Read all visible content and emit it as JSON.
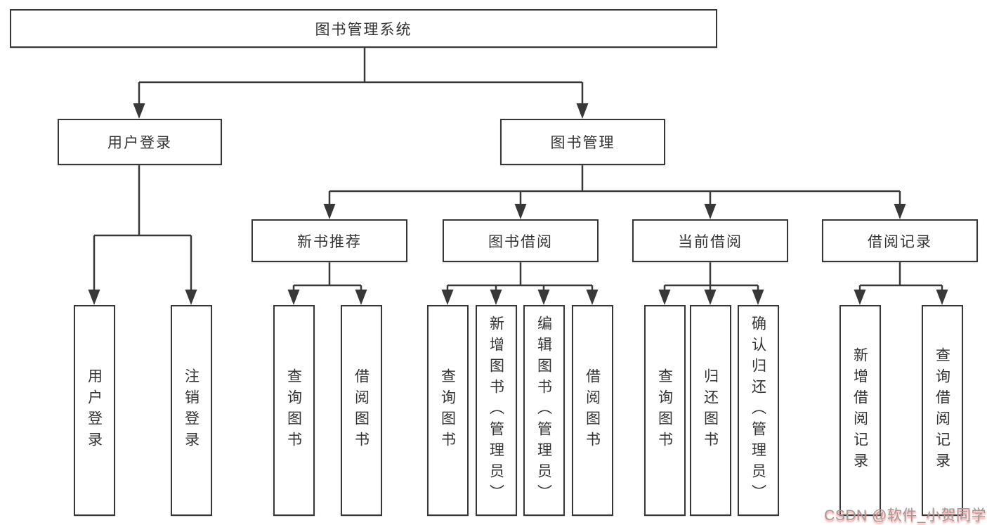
{
  "tree": {
    "root": {
      "label": "图书管理系统",
      "children": [
        {
          "label": "用户登录",
          "children": [
            {
              "label": "用户登录"
            },
            {
              "label": "注销登录"
            }
          ]
        },
        {
          "label": "图书管理",
          "children": [
            {
              "label": "新书推荐",
              "children": [
                {
                  "label": "查询图书"
                },
                {
                  "label": "借阅图书"
                }
              ]
            },
            {
              "label": "图书借阅",
              "children": [
                {
                  "label": "查询图书"
                },
                {
                  "label": "新增图书（管理员）"
                },
                {
                  "label": "编辑图书（管理员）"
                },
                {
                  "label": "借阅图书"
                }
              ]
            },
            {
              "label": "当前借阅",
              "children": [
                {
                  "label": "查询图书"
                },
                {
                  "label": "归还图书"
                },
                {
                  "label": "确认归还（管理员）"
                }
              ]
            },
            {
              "label": "借阅记录",
              "children": [
                {
                  "label": "新增借阅记录"
                },
                {
                  "label": "查询借阅记录"
                }
              ]
            }
          ]
        }
      ]
    }
  },
  "watermark": {
    "text": "CSDN @软件_小贺同学"
  },
  "colors": {
    "line": "#383838",
    "box_border": "#373737",
    "text": "#333333",
    "background": "#ffffff",
    "watermark_text": "#9c9c9c",
    "watermark_shadow": "#ff8a8a"
  }
}
